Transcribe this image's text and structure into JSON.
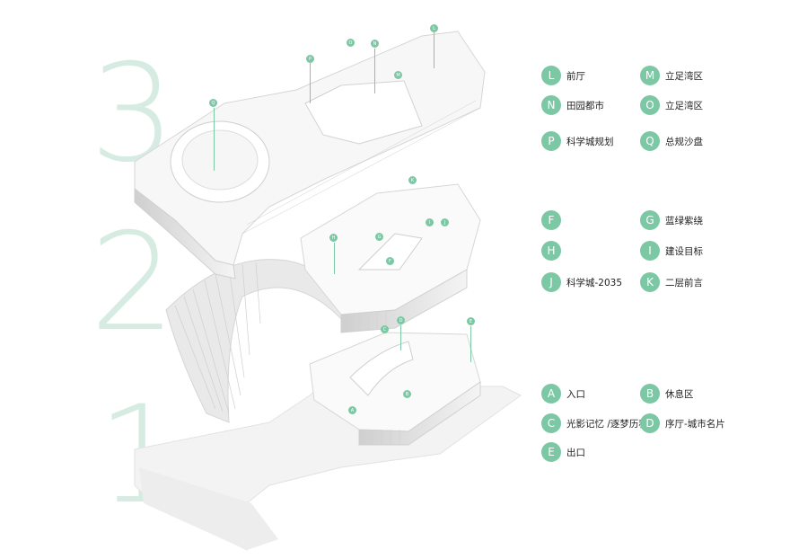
{
  "floor_numbers": [
    "3",
    "2",
    "1"
  ],
  "accent_color": "#7cc8a5",
  "legend_floor3": [
    {
      "letter": "L",
      "label": "前厅"
    },
    {
      "letter": "M",
      "label": "立足湾区"
    },
    {
      "letter": "N",
      "label": "田园都市"
    },
    {
      "letter": "O",
      "label": "立足湾区"
    },
    {
      "letter": "P",
      "label": "科学城规划"
    },
    {
      "letter": "Q",
      "label": "总规沙盘"
    }
  ],
  "legend_floor2": [
    {
      "letter": "F",
      "label": ""
    },
    {
      "letter": "G",
      "label": "蓝绿紫绕"
    },
    {
      "letter": "H",
      "label": ""
    },
    {
      "letter": "I",
      "label": "建设目标"
    },
    {
      "letter": "J",
      "label": "科学城-2035"
    },
    {
      "letter": "K",
      "label": "二层前言"
    }
  ],
  "legend_floor1": [
    {
      "letter": "A",
      "label": "入口"
    },
    {
      "letter": "B",
      "label": "休息区"
    },
    {
      "letter": "C",
      "label": "光影记忆 /逐梦历程"
    },
    {
      "letter": "D",
      "label": "序厅-城市名片"
    },
    {
      "letter": "E",
      "label": "出口"
    }
  ],
  "map_markers": [
    "L",
    "O",
    "N",
    "M",
    "P",
    "Q",
    "K",
    "H",
    "G",
    "F",
    "I",
    "J",
    "D",
    "C",
    "E",
    "A",
    "B"
  ]
}
